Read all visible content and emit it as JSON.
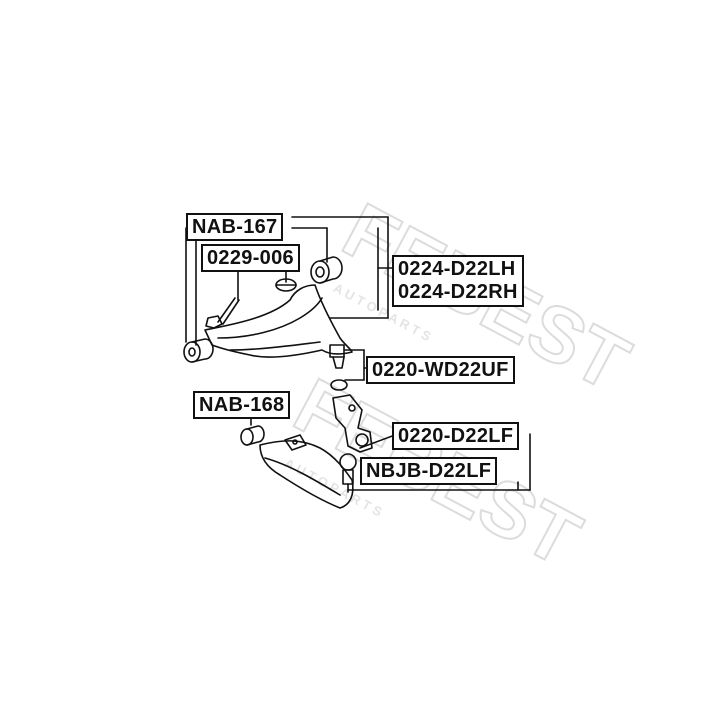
{
  "labels": {
    "nab167": "NAB-167",
    "p0229": "0229-006",
    "p0224lh": "0224-D22LH",
    "p0224rh": "0224-D22RH",
    "p0220wd": "0220-WD22UF",
    "nab168": "NAB-168",
    "p0220lf": "0220-D22LF",
    "nbjb": "NBJB-D22LF"
  },
  "watermark": {
    "brand": "FEBEST",
    "subtitle": "A U T O   P A R T S",
    "color": "#e4e4e4"
  },
  "colors": {
    "ink": "#111111",
    "background": "#ffffff"
  }
}
